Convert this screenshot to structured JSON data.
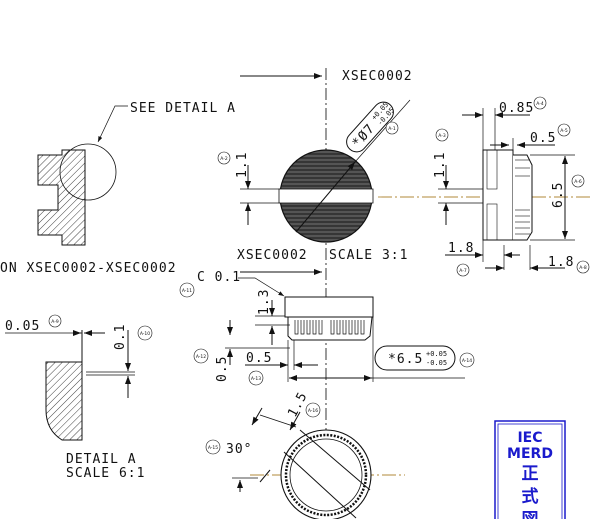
{
  "section_label_top": "XSEC0002",
  "section_label_bottom": "XSEC0002",
  "section_scale": "SCALE 3:1",
  "see_detail": "SEE DETAIL A",
  "section_view_title": "ON XSEC0002-XSEC0002",
  "detail_title": "DETAIL A",
  "detail_scale": "SCALE 6:1",
  "dimensions": {
    "diameter": "*Ø7",
    "diameter_tol_plus": "+0.05",
    "diameter_tol_minus": "-0.05",
    "slot_width_front": "1.1",
    "slot_width_side": "1.1",
    "head_thickness": "0.85",
    "knurl_offset": "0.5",
    "knurl_diameter": "6.5",
    "left_length": "1.8",
    "right_length": "1.8",
    "chamfer": "C 0.1",
    "step_height": "1.3",
    "knurl_depth_v": "0.5",
    "knurl_depth_h": "0.5",
    "outer_diameter": "*6.5",
    "outer_tol_plus": "+0.05",
    "outer_tol_minus": "-0.05",
    "detail_gap": "0.05",
    "detail_step": "0.1",
    "slot_width_bottom": "1.5",
    "angle": "30°"
  },
  "balloons": [
    "A-1",
    "A-2",
    "A-3",
    "A-4",
    "A-5",
    "A-6",
    "A-7",
    "A-8",
    "A-9",
    "A-10",
    "A-11",
    "A-12",
    "A-13",
    "A-14",
    "A-15",
    "A-16"
  ],
  "stamp": {
    "line1": "IEC",
    "line2": "MERD",
    "line3": "正",
    "line4": "式",
    "line5": "図",
    "color": "#1a1acc"
  }
}
